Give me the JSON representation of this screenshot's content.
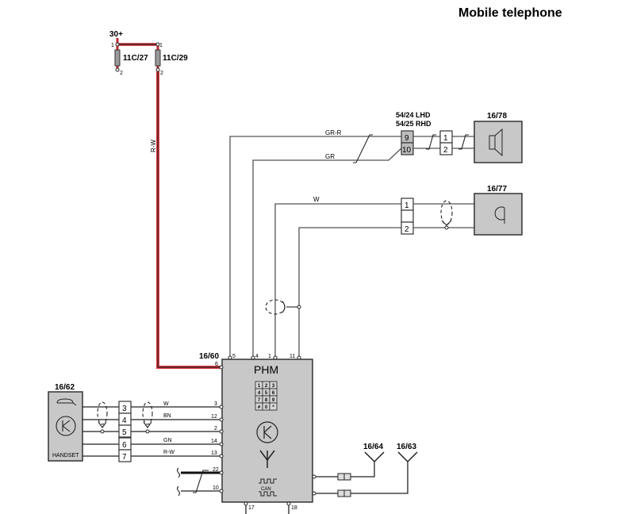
{
  "title": "Mobile telephone",
  "supply": {
    "label": "30+",
    "fuses": [
      {
        "id": "11C/27",
        "pin_top": "1",
        "pin_bottom": "2"
      },
      {
        "id": "11C/29",
        "pin_top": "1",
        "pin_bottom": "2"
      }
    ],
    "wire_color_label": "R-W",
    "wire_color_hex": "#c0262c"
  },
  "phm": {
    "ref": "16/60",
    "name": "PHM",
    "keypad": [
      "1",
      "2",
      "3",
      "4",
      "5",
      "6",
      "7",
      "8",
      "9",
      "#",
      "0",
      "*"
    ],
    "top_pins": [
      "5",
      "4",
      "1",
      "11"
    ],
    "left_pins": [
      "6",
      "3",
      "12",
      "2",
      "14",
      "13",
      "22",
      "10"
    ],
    "bottom_pins": [
      "17",
      "18"
    ],
    "can_label": "CAN"
  },
  "speaker": {
    "ref": "16/78",
    "connector_ref_lhd": "54/24 LHD",
    "connector_ref_rhd": "54/25 RHD",
    "connector_pins": [
      "9",
      "10"
    ],
    "component_pins": [
      "1",
      "2"
    ],
    "wire_labels": [
      "GR-R",
      "GR"
    ]
  },
  "microphone": {
    "ref": "16/77",
    "component_pins": [
      "1",
      "2"
    ],
    "wire_labels": [
      "W"
    ]
  },
  "handset": {
    "ref": "16/62",
    "name": "HANDSET",
    "connector_pins": [
      "3",
      "4",
      "5",
      "6",
      "7"
    ],
    "wire_labels": [
      "W",
      "BN",
      "GN",
      "R-W"
    ]
  },
  "antennas": [
    {
      "ref": "16/64"
    },
    {
      "ref": "16/63"
    }
  ]
}
